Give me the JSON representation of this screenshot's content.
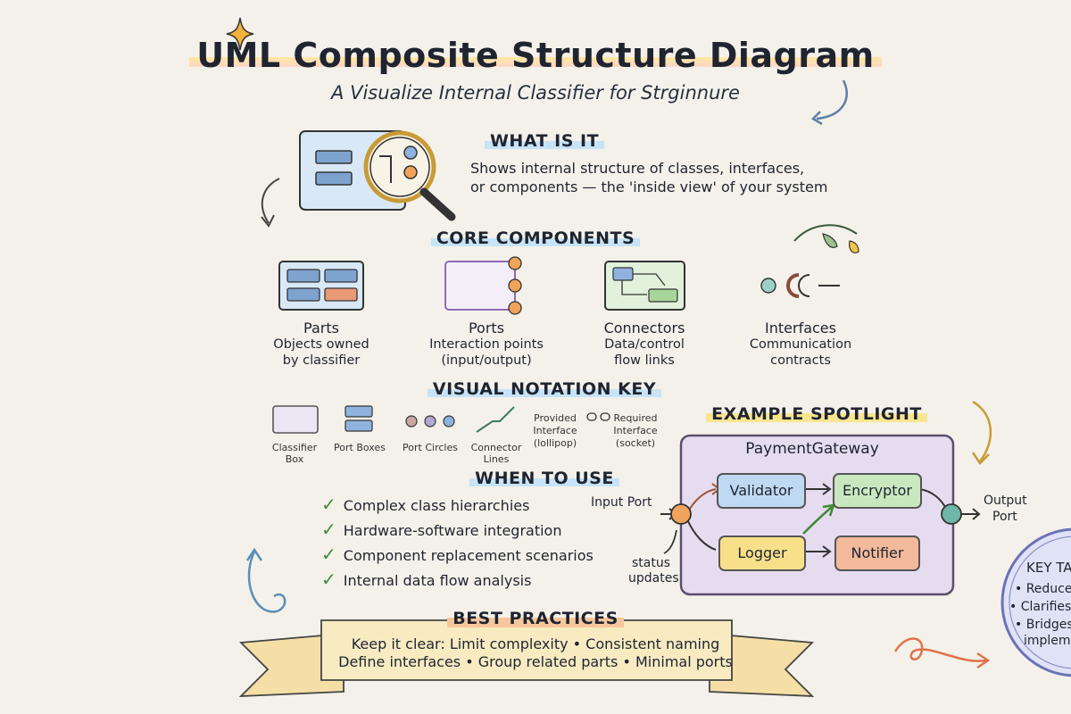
{
  "header": {
    "title": "UML Composite Structure Diagram",
    "subtitle": "A Visualize Internal Classifier for Strginnure"
  },
  "what_is_it": {
    "heading": "WHAT IS IT",
    "lines": [
      "Shows internal structure of classes, interfaces,",
      "or components — the 'inside view' of your system"
    ]
  },
  "core_components": {
    "heading": "CORE COMPONENTS",
    "items": [
      {
        "name": "Parts",
        "desc": [
          "Objects owned",
          "by classifier"
        ]
      },
      {
        "name": "Ports",
        "desc": [
          "Interaction points",
          "(input/output)"
        ]
      },
      {
        "name": "Connectors",
        "desc": [
          "Data/control",
          "flow links"
        ]
      },
      {
        "name": "Interfaces",
        "desc": [
          "Communication",
          "contracts"
        ]
      }
    ]
  },
  "notation_key": {
    "heading": "VISUAL NOTATION KEY",
    "items": [
      {
        "label": [
          "Classifier",
          "Box"
        ]
      },
      {
        "label": [
          "Port Boxes"
        ]
      },
      {
        "label": [
          "Port Circles"
        ]
      },
      {
        "label": [
          "Connector",
          "Lines"
        ]
      },
      {
        "label": [
          "Provided",
          "Interface",
          "(lollipop)"
        ]
      },
      {
        "label": [
          "Required",
          "Interface",
          "(socket)"
        ]
      }
    ]
  },
  "when_to_use": {
    "heading": "WHEN TO USE",
    "items": [
      "Complex class hierarchies",
      "Hardware-software integration",
      "Component replacement scenarios",
      "Internal data flow analysis"
    ]
  },
  "example": {
    "heading": "EXAMPLE SPOTLIGHT",
    "classifier": "PaymentGateway",
    "nodes": {
      "validator": "Validator",
      "encryptor": "Encryptor",
      "logger": "Logger",
      "notifier": "Notifier"
    },
    "input_port": "Input Port",
    "output_port": [
      "Output",
      "Port"
    ],
    "status": [
      "status",
      "updates"
    ]
  },
  "best_practices": {
    "heading": "BEST PRACTICES",
    "lines": [
      "Keep it clear: Limit complexity • Consistent naming",
      "Define interfaces • Group related parts • Minimal ports"
    ]
  },
  "key_takeaways": {
    "heading": "KEY TA",
    "items": [
      "• Reduces",
      "• Clarifies",
      "• Bridges",
      "implem"
    ]
  },
  "colors": {
    "paper": "#f4f1ea",
    "validator": "#bfd9f2",
    "encryptor": "#c9e8bf",
    "logger": "#f8e08a",
    "notifier": "#f2b99b",
    "classifier_fill": "#e6dcf0",
    "port_orange": "#f0a35a",
    "port_teal": "#6fb5a8"
  }
}
